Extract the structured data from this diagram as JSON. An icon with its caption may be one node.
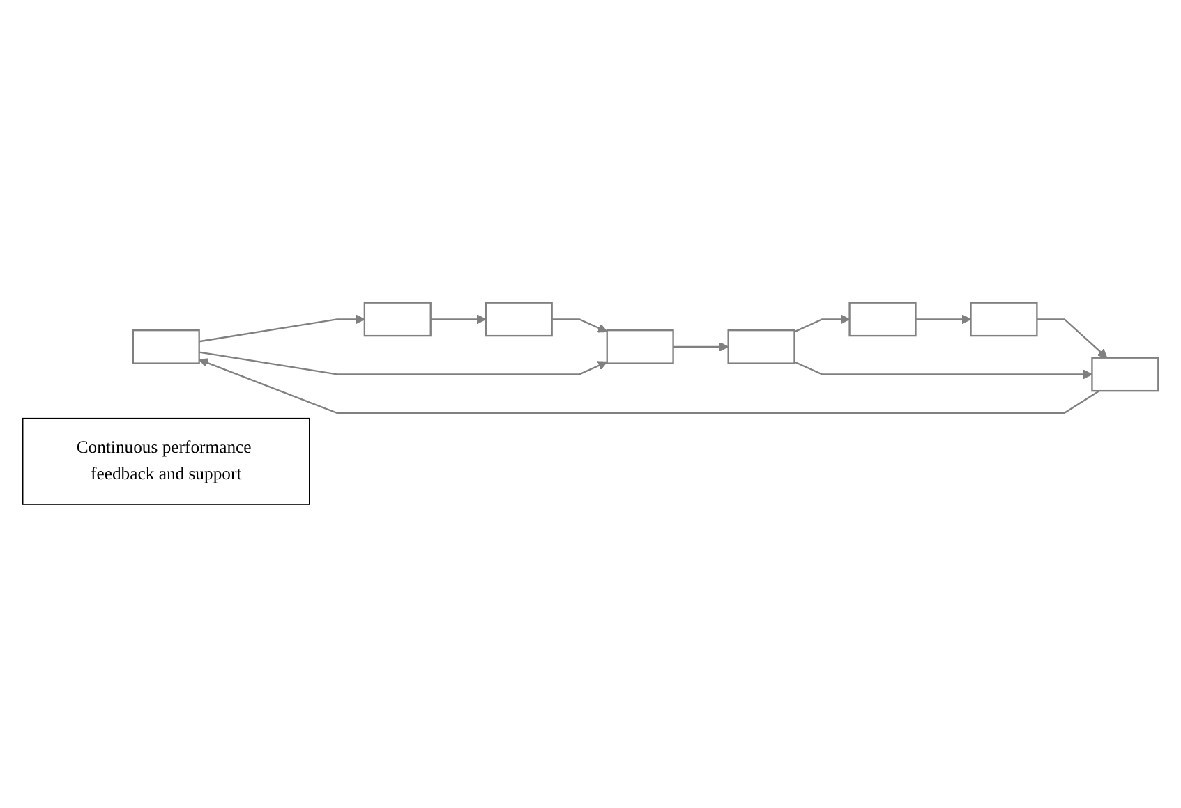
{
  "diagram": {
    "nodes": [
      {
        "text": [],
        "shape": "box"
      },
      {
        "text": [],
        "shape": "box"
      },
      {
        "text": [],
        "shape": "box"
      },
      {
        "text": [],
        "shape": "box"
      },
      {
        "text": [
          "Continuous performance feedback and support"
        ]
      },
      {
        "text": [],
        "shape": "box"
      },
      {
        "text": [],
        "shape": "box"
      },
      {
        "text": [],
        "shape": "box"
      },
      {
        "text": [],
        "shape": "box"
      }
    ],
    "edges": [
      {
        "from": 0,
        "to": 1,
        "arrow": "to"
      },
      {
        "from": 1,
        "to": 2,
        "arrow": "to"
      },
      {
        "from": 2,
        "to": 3,
        "arrow": "to"
      },
      {
        "from": 0,
        "to": 3,
        "arrow": "to"
      },
      {
        "from": 3,
        "to": 8,
        "arrow": "to"
      },
      {
        "from": 8,
        "to": 7,
        "arrow": "to"
      },
      {
        "from": 7,
        "to": 6,
        "arrow": "to"
      },
      {
        "from": 6,
        "to": 5,
        "arrow": "to"
      },
      {
        "from": 5,
        "to": 0,
        "arrow": "to"
      },
      {
        "from": 8,
        "to": 5,
        "arrow": "to"
      }
    ]
  }
}
